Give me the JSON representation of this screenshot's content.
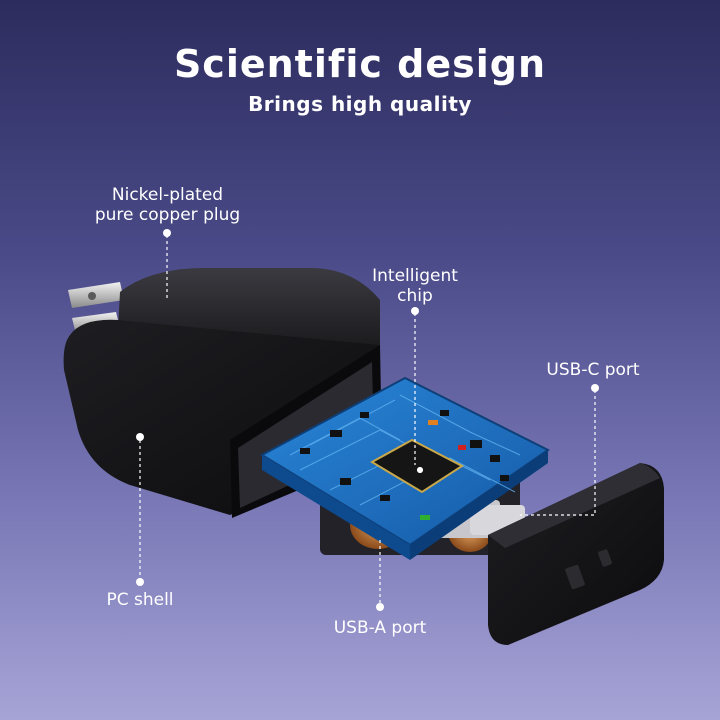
{
  "header": {
    "title": "Scientific design",
    "subtitle": "Brings high quality"
  },
  "callouts": {
    "plug": {
      "line1": "Nickel-plated",
      "line2": "pure copper plug"
    },
    "chip": {
      "line1": "Intelligent",
      "line2": "chip"
    },
    "usb_c": "USB-C port",
    "shell": "PC shell",
    "usb_a": "USB-A port"
  },
  "colors": {
    "background_top": "#2c2c5e",
    "background_bottom": "#a6a4d6",
    "shell": "#151517",
    "pcb": "#1f6fc0",
    "text": "#ffffff"
  }
}
